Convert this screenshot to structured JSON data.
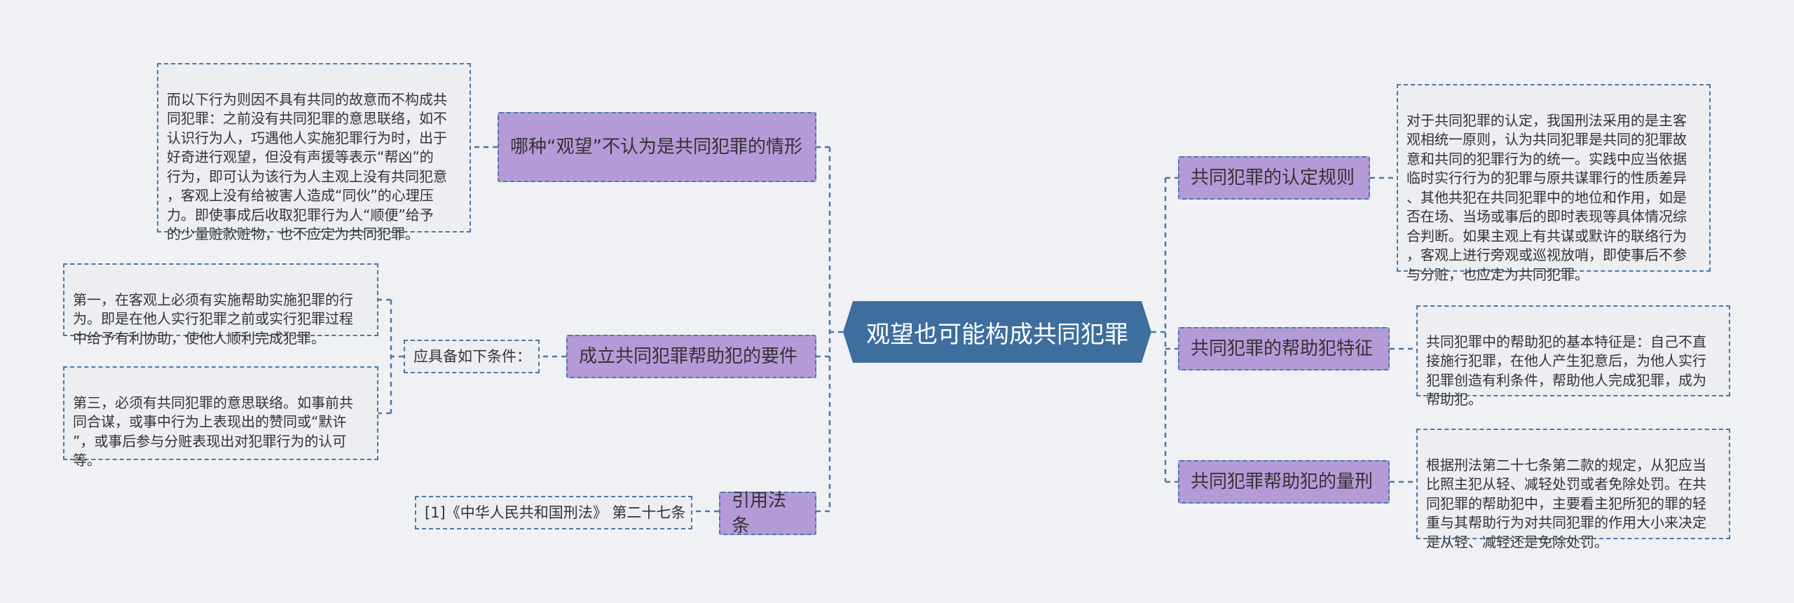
{
  "center": {
    "title": "观望也可能构成共同犯罪"
  },
  "left": {
    "guanwang": {
      "topic": "哪种“观望”不认为是共同犯罪的情形",
      "detail": "而以下行为则因不具有共同的故意而不构成共\n同犯罪：之前没有共同犯罪的意思联络，如不\n认识行为人，巧遇他人实施犯罪行为时，出于\n好奇进行观望，但没有声援等表示“帮凶”的\n行为，即可认为该行为人主观上没有共同犯意\n，客观上没有给被害人造成“同伙”的心理压\n力。即使事成后收取犯罪行为人“顺便”给予\n的少量赃款赃物，也不应定为共同犯罪。"
    },
    "yaojian": {
      "topic": "成立共同犯罪帮助犯的要件",
      "label": "应具备如下条件：",
      "items": [
        "第一，在客观上必须有实施帮助实施犯罪的行\n为。即是在他人实行犯罪之前或实行犯罪过程\n中给予有利协助，使他人顺利完成犯罪。",
        "第三，必须有共同犯罪的意思联络。如事前共\n同合谋，或事中行为上表现出的赞同或“默许\n”，或事后参与分赃表现出对犯罪行为的认可\n等。"
      ]
    },
    "fatiao": {
      "topic": "引用法条",
      "detail": "[1]《中华人民共和国刑法》 第二十七条"
    }
  },
  "right": {
    "rending": {
      "topic": "共同犯罪的认定规则",
      "detail": "对于共同犯罪的认定，我国刑法采用的是主客\n观相统一原则，认为共同犯罪是共同的犯罪故\n意和共同的犯罪行为的统一。实践中应当依据\n临时实行行为的犯罪与原共谋罪行的性质差异\n、其他共犯在共同犯罪中的地位和作用，如是\n否在场、当场或事后的即时表现等具体情况综\n合判断。如果主观上有共谋或默许的联络行为\n，客观上进行旁观或巡视放哨，即使事后不参\n与分赃，也应定为共同犯罪。"
    },
    "tezheng": {
      "topic": "共同犯罪的帮助犯特征",
      "detail": "共同犯罪中的帮助犯的基本特征是：自己不直\n接施行犯罪，在他人产生犯意后，为他人实行\n犯罪创造有利条件，帮助他人完成犯罪，成为\n帮助犯。"
    },
    "liangxing": {
      "topic": "共同犯罪帮助犯的量刑",
      "detail": "根据刑法第二十七条第二款的规定，从犯应当\n比照主犯从轻、减轻处罚或者免除处罚。在共\n同犯罪的帮助犯中，主要看主犯所犯的罪的轻\n重与其帮助行为对共同犯罪的作用大小来决定\n是从轻、减轻还是免除处罚。"
    }
  },
  "colors": {
    "center": "#3d6e9e",
    "topic": "#b59ad8",
    "detail_bg": "#eceef2",
    "connector": "#4a78a4"
  }
}
